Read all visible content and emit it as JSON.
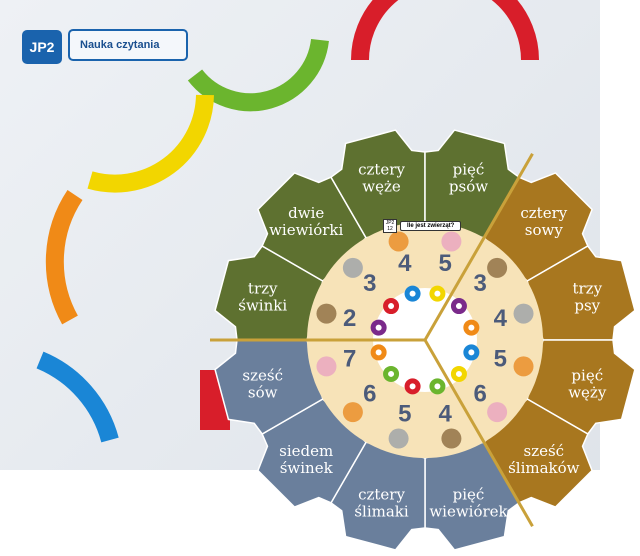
{
  "box": {
    "code": "JP2",
    "title": "Nauka czytania"
  },
  "wheel": {
    "card_code": "JP2 12",
    "question": "Ile jest zwierząt?",
    "sectors": [
      {
        "color": "#5e7130",
        "labels": [
          [
            "trzy",
            "świnki"
          ],
          [
            "dwie",
            "wiewiórki"
          ],
          [
            "cztery",
            "węże"
          ],
          [
            "pięć",
            "psów"
          ]
        ],
        "numbers": [
          "5",
          "4",
          "3",
          "2"
        ],
        "dots": [
          "#f2d600",
          "#1a86d6",
          "#d81e2a",
          "#7a2a8a"
        ]
      },
      {
        "color": "#a8771f",
        "labels": [
          [
            "cztery",
            "sowy"
          ],
          [
            "trzy",
            "psy"
          ],
          [
            "pięć",
            "węży"
          ],
          [
            "sześć",
            "ślimaków"
          ]
        ],
        "numbers": [
          "6",
          "5",
          "4",
          "3"
        ],
        "dots": [
          "#f2d600",
          "#1a86d6",
          "#f08a17",
          "#7a2a8a"
        ]
      },
      {
        "color": "#6a7f9c",
        "labels": [
          [
            "pięć",
            "wiewiórek"
          ],
          [
            "cztery",
            "ślimaki"
          ],
          [
            "siedem",
            "świnek"
          ],
          [
            "sześć",
            "sów"
          ]
        ],
        "numbers": [
          "7",
          "6",
          "5",
          "4"
        ],
        "dots": [
          "#f08a17",
          "#6bb52e",
          "#d81e2a",
          "#6bb52e"
        ]
      }
    ]
  },
  "colors": {
    "cream": "#f7e3b8",
    "divider": "#c9a13a"
  }
}
